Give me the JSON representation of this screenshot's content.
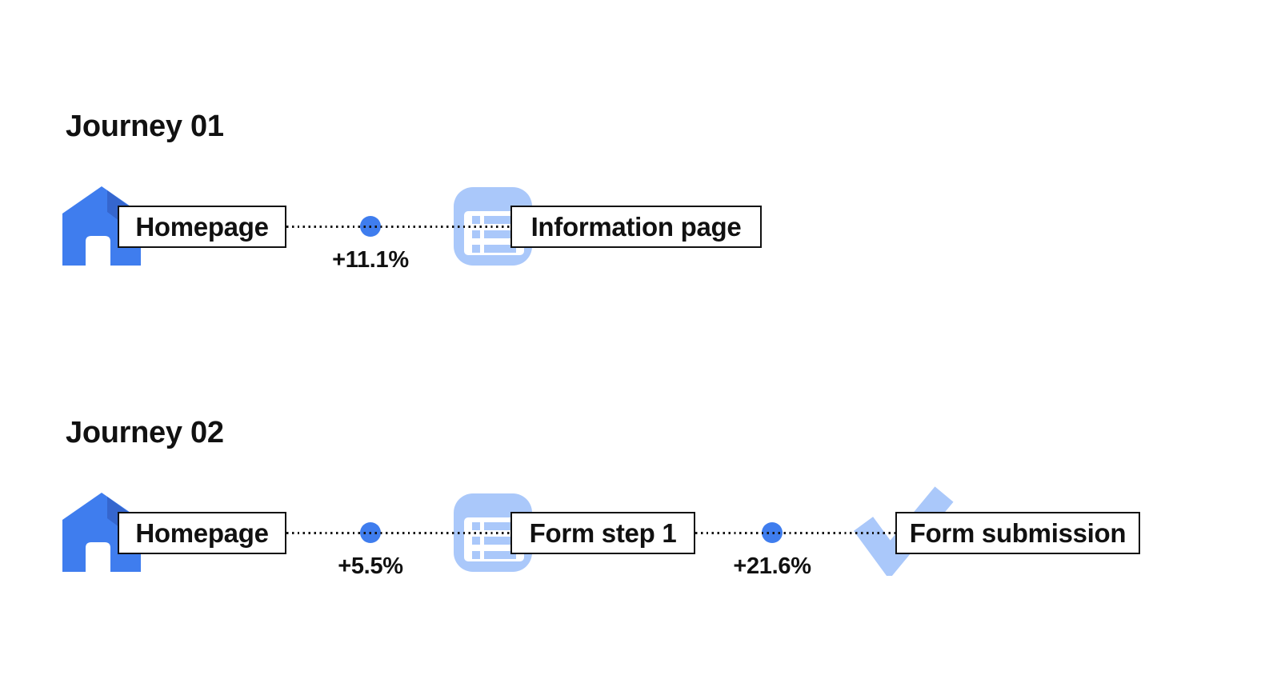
{
  "page": {
    "background": "#ffffff",
    "description_labels": {}
  },
  "colors": {
    "page_bg": "#ffffff",
    "primary_blue": "#3F7DEE",
    "shade_blue": "#3566CE",
    "light_blue": "#AAC8FA",
    "text": "#111111",
    "box_border": "#111111",
    "box_fill": "#ffffff",
    "connector": "#141414"
  },
  "journeys": [
    {
      "title": "Journey 01",
      "nodes": [
        {
          "icon": "home-icon",
          "label": "Homepage"
        },
        {
          "icon": "document-list-icon",
          "label": "Information page"
        }
      ],
      "connectors": [
        {
          "delta": "+11.1%"
        }
      ]
    },
    {
      "title": "Journey 02",
      "nodes": [
        {
          "icon": "home-icon",
          "label": "Homepage"
        },
        {
          "icon": "document-list-icon",
          "label": "Form step 1"
        },
        {
          "icon": "checkmark-icon",
          "label": "Form submission"
        }
      ],
      "connectors": [
        {
          "delta": "+5.5%"
        },
        {
          "delta": "+21.6%"
        }
      ]
    }
  ]
}
